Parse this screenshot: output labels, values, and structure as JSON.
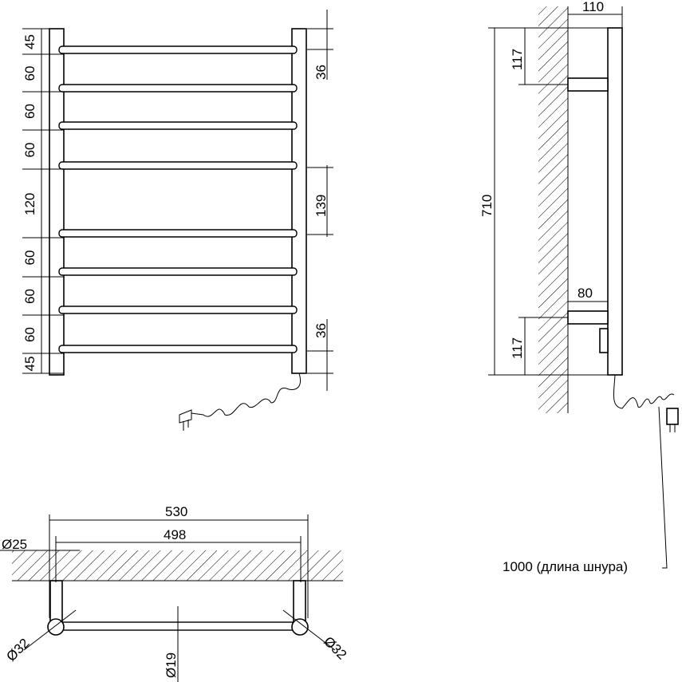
{
  "front_view": {
    "left_dims": [
      "45",
      "60",
      "60",
      "60",
      "120",
      "60",
      "60",
      "60",
      "45"
    ],
    "right_dims": [
      "36",
      "139",
      "36"
    ]
  },
  "side_view": {
    "depth": "110",
    "top_offset": "117",
    "height": "710",
    "bracket_depth": "80",
    "bottom_offset": "117",
    "cord_length": "1000 (длина шнура)"
  },
  "top_view": {
    "overall_width": "530",
    "center_distance": "498",
    "wall_pipe_diameter": "Ø25",
    "post_diameter_left": "Ø32",
    "post_diameter_right": "Ø32",
    "rung_diameter": "Ø19"
  }
}
